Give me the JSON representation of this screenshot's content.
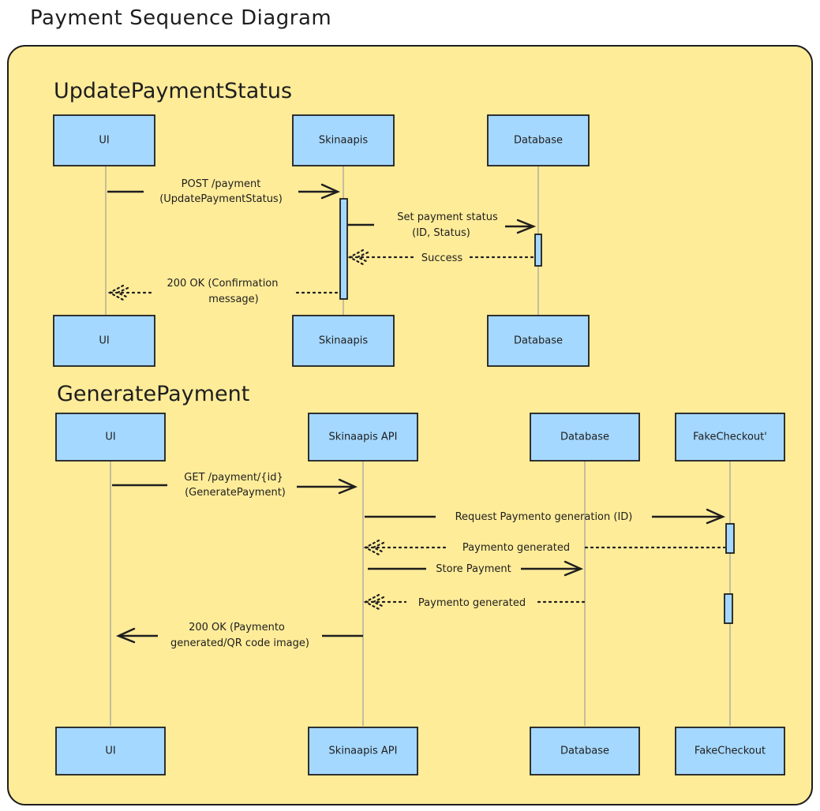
{
  "title": "Payment Sequence Diagram",
  "sections": {
    "update": {
      "heading": "UpdatePaymentStatus",
      "participants": [
        "UI",
        "Skinaapis",
        "Database"
      ],
      "messages": [
        {
          "label": [
            "POST /payment",
            "(UpdatePaymentStatus)"
          ],
          "style": "solid"
        },
        {
          "label": [
            "Set payment status",
            "(ID, Status)"
          ],
          "style": "solid"
        },
        {
          "label": [
            "Success"
          ],
          "style": "dotted"
        },
        {
          "label": [
            "200 OK (Confirmation",
            "message)"
          ],
          "style": "dotted"
        }
      ]
    },
    "generate": {
      "heading": "GeneratePayment",
      "participants_top": [
        "UI",
        "Skinaapis API",
        "Database",
        "FakeCheckout'"
      ],
      "participants_bottom": [
        "UI",
        "Skinaapis API",
        "Database",
        "FakeCheckout"
      ],
      "messages": [
        {
          "label": [
            "GET /payment/{id}",
            "(GeneratePayment)"
          ],
          "style": "solid"
        },
        {
          "label": [
            "Request Paymento generation (ID)"
          ],
          "style": "solid"
        },
        {
          "label": [
            "Paymento generated"
          ],
          "style": "dotted"
        },
        {
          "label": [
            "Store Payment"
          ],
          "style": "solid"
        },
        {
          "label": [
            "Paymento generated"
          ],
          "style": "dotted"
        },
        {
          "label": [
            "200 OK (Paymento",
            "generated/QR code image)"
          ],
          "style": "solid"
        }
      ]
    }
  },
  "colors": {
    "frame": "#ffec99",
    "participant": "#a5d8ff",
    "stroke": "#1e1e1e"
  }
}
